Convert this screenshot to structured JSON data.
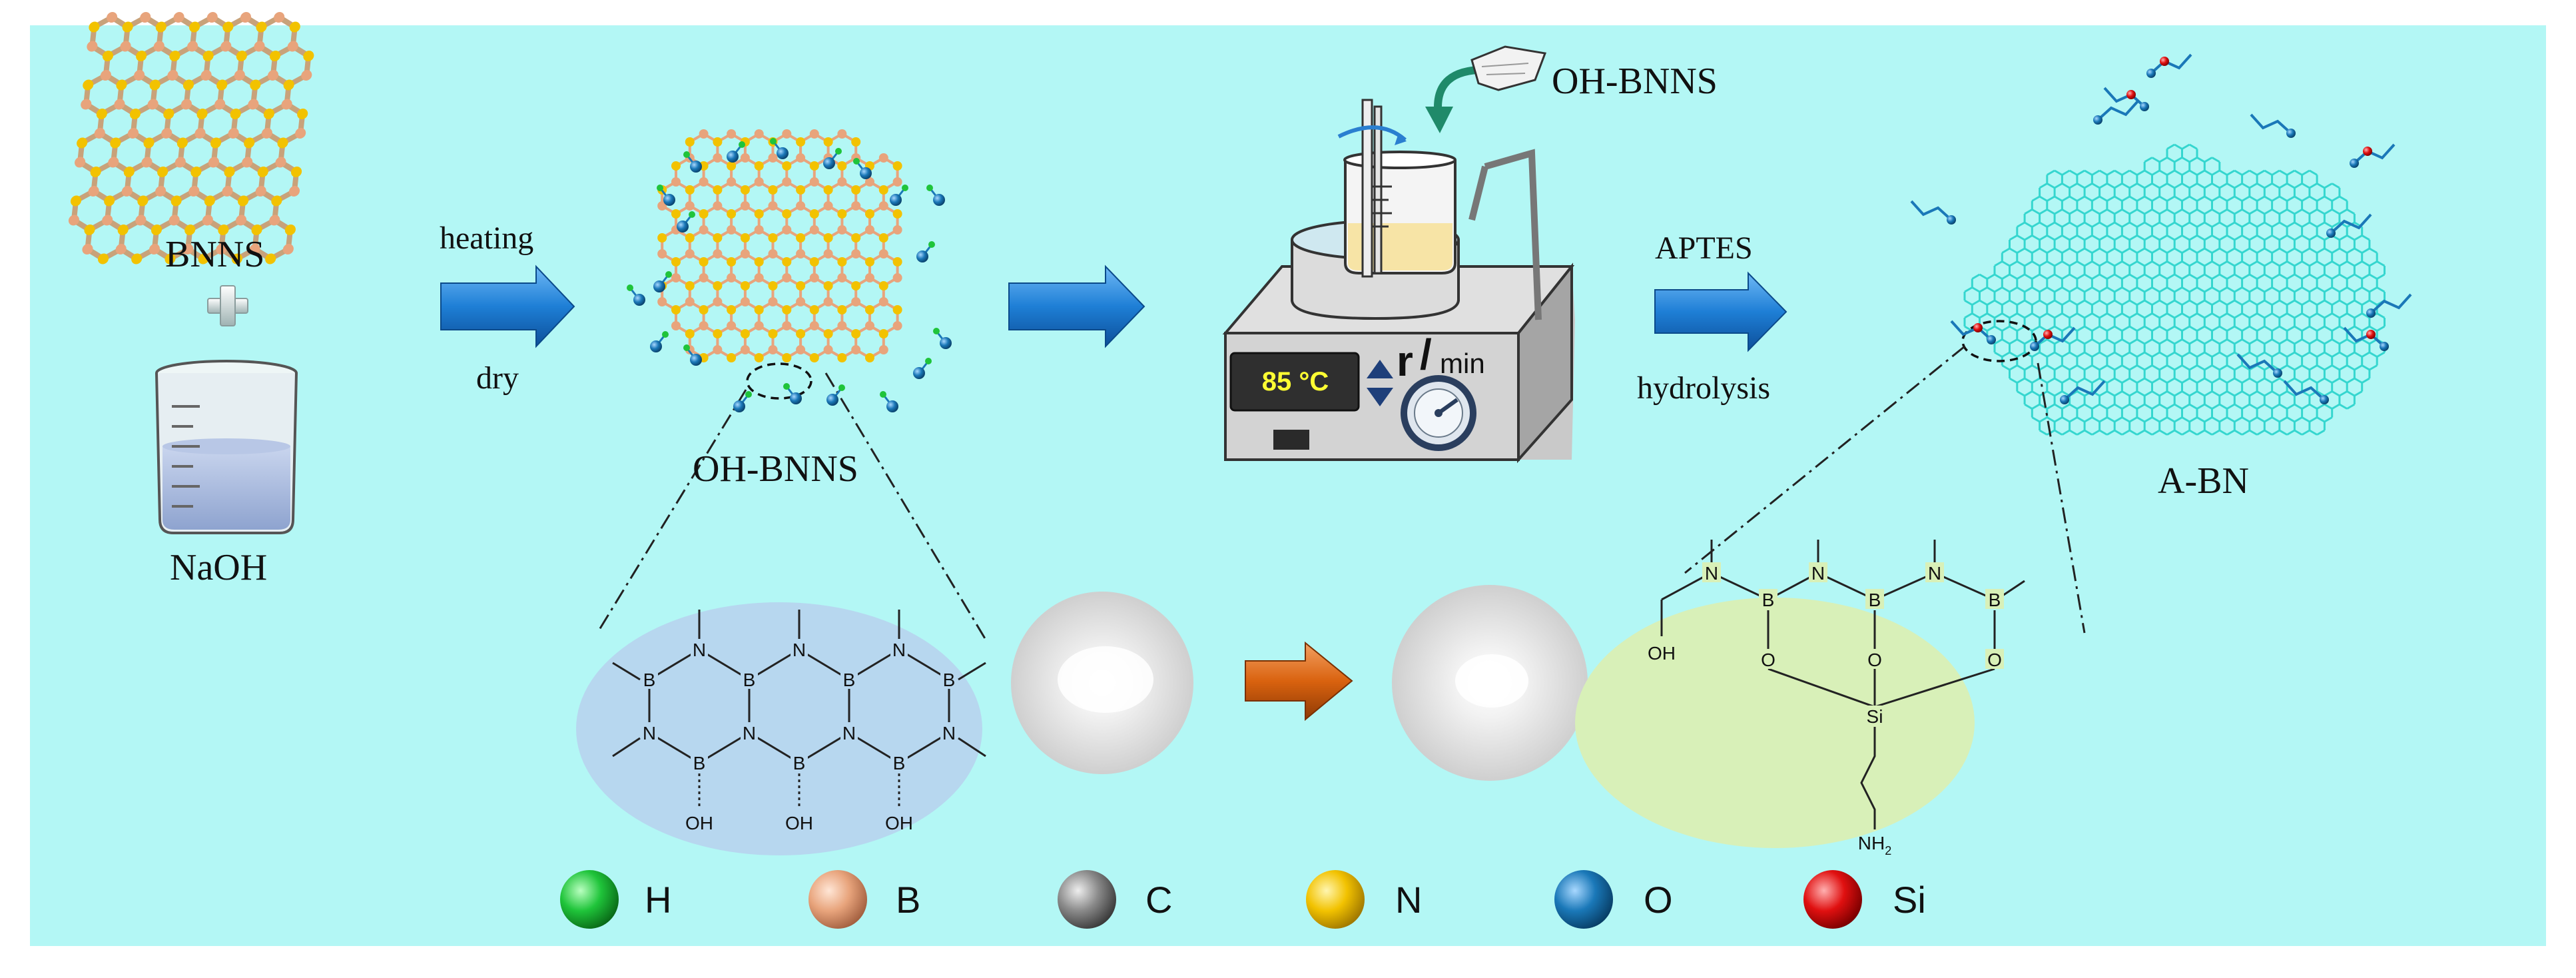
{
  "diagram": {
    "labels": {
      "bnns": "BNNS",
      "naoh": "NaOH",
      "heating": "heating",
      "dry": "dry",
      "oh_bnns": "OH-BNNS",
      "oh_bnns_top": "OH-BNNS",
      "aptes": "APTES",
      "hydrolysis": "hydrolysis",
      "a_bn": "A-BN",
      "temperature": "85 °C",
      "speed_r": "r",
      "speed_min": "min"
    },
    "legend": [
      {
        "symbol": "H",
        "color": "#1fc43a"
      },
      {
        "symbol": "B",
        "color": "#e8a47c"
      },
      {
        "symbol": "C",
        "color": "#8a8a8a"
      },
      {
        "symbol": "N",
        "color": "#f2c200"
      },
      {
        "symbol": "O",
        "color": "#1a78b8"
      },
      {
        "symbol": "Si",
        "color": "#e01010"
      }
    ],
    "structure_left": {
      "atoms_b": [
        "B",
        "B",
        "B",
        "B",
        "B",
        "B",
        "B"
      ],
      "atoms_n": [
        "N",
        "N",
        "N",
        "N",
        "N",
        "N",
        "N"
      ],
      "hydroxyls": [
        "OH",
        "OH",
        "OH"
      ]
    },
    "structure_right": {
      "atoms": [
        "N",
        "B",
        "N",
        "B",
        "N",
        "B",
        "O",
        "O",
        "O",
        "Si"
      ],
      "hydroxyl": "OH",
      "amine": "NH",
      "amine_sub": "2"
    },
    "colors": {
      "background": "#b3f7f5",
      "arrow_blue": "#1e7fd6",
      "arrow_orange": "#d9620f",
      "ellipse_blue": "#b7d7ef",
      "ellipse_green": "#d8f0b8",
      "sheet_teal": "#35d6cf"
    }
  }
}
